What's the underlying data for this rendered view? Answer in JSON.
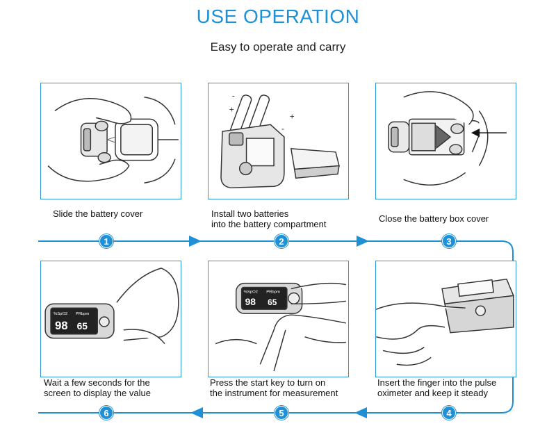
{
  "header": {
    "title": "USE OPERATION",
    "subtitle": "Easy to operate and carry"
  },
  "steps": [
    {
      "number": "1",
      "line1": "Slide the battery cover",
      "line2": ""
    },
    {
      "number": "2",
      "line1": "Install two batteries",
      "line2": "into the battery compartment"
    },
    {
      "number": "3",
      "line1": "Close the battery box cover",
      "line2": ""
    },
    {
      "number": "4",
      "line1": "Insert the finger into the pulse",
      "line2": "oximeter and keep it steady"
    },
    {
      "number": "5",
      "line1": "Press the start key to turn on",
      "line2": "the instrument for measurement"
    },
    {
      "number": "6",
      "line1": "Wait a few seconds for the",
      "line2": "screen to display the value"
    }
  ],
  "display": {
    "spo2_label": "%SpO2",
    "pr_label": "PRbpm",
    "spo2_value": "98",
    "pr_value": "65"
  },
  "battery_marks": {
    "plus": "+",
    "minus": "-"
  },
  "colors": {
    "accent": "#1f8fd6",
    "ink": "#333333"
  }
}
